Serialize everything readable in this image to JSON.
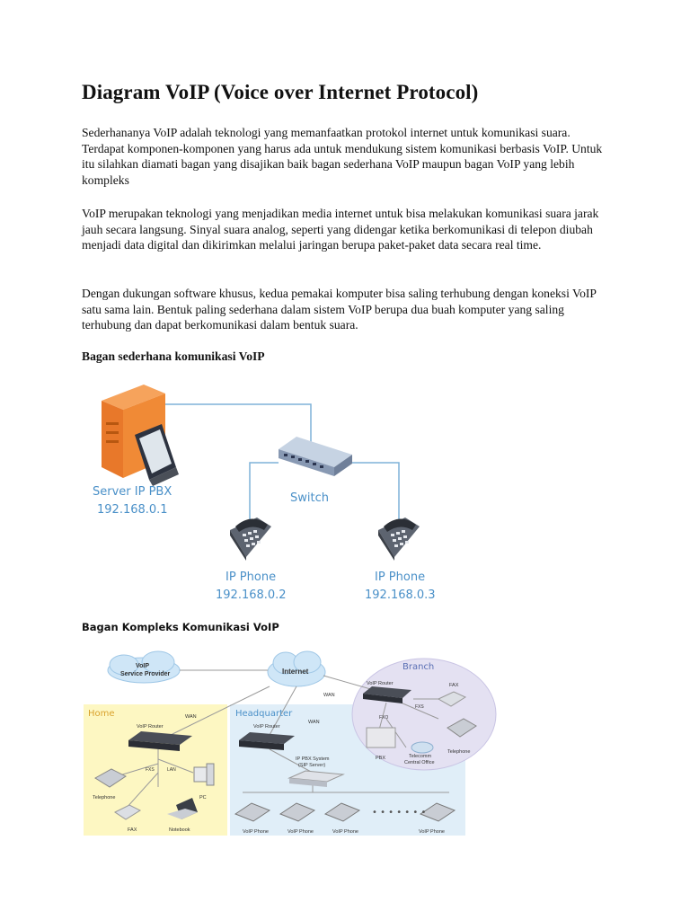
{
  "title": "Diagram VoIP (Voice over Internet Protocol)",
  "paragraphs": [
    "Sederhananya VoIP adalah teknologi yang memanfaatkan protokol internet untuk komunikasi suara. Terdapat komponen-komponen yang harus ada untuk mendukung sistem komunikasi berbasis VoIP. Untuk itu silahkan diamati bagan yang disajikan baik bagan sederhana VoIP maupun bagan VoIP yang lebih kompleks",
    "VoIP merupakan teknologi yang menjadikan media internet untuk bisa melakukan komunikasi suara jarak jauh secara langsung. Sinyal suara analog, seperti yang didengar ketika berkomunikasi di telepon diubah menjadi data digital dan dikirimkan melalui jaringan berupa paket-paket data secara real time.",
    "Dengan dukungan software khusus, kedua pemakai komputer bisa saling terhubung dengan koneksi VoIP satu sama lain. Bentuk paling sederhana dalam sistem VoIP berupa dua buah komputer yang saling terhubung dan dapat berkomunikasi dalam bentuk suara."
  ],
  "simple_diagram": {
    "heading": "Bagan sederhana komunikasi VoIP",
    "server": {
      "label": "Server IP PBX",
      "ip": "192.168.0.1"
    },
    "switch": {
      "label": "Switch"
    },
    "phone_a": {
      "label": "IP Phone",
      "ip": "192.168.0.2"
    },
    "phone_b": {
      "label": "IP Phone",
      "ip": "192.168.0.3"
    }
  },
  "complex_diagram": {
    "heading": "Bagan Kompleks Komunikasi VoIP",
    "provider": {
      "line1": "VoIP",
      "line2": "Service Provider"
    },
    "internet": "Internet",
    "branch": {
      "title": "Branch",
      "router": "VoIP Router",
      "fax": "FAX",
      "fxo": "FXO",
      "fxs": "FXS",
      "pbx": "PBX",
      "telephone": "Telephone",
      "central_line1": "Telecomm",
      "central_line2": "Central Office"
    },
    "home": {
      "title": "Home",
      "router": "VoIP Router",
      "wan": "WAN",
      "fxs": "FXS",
      "lan": "LAN",
      "telephone": "Telephone",
      "pc": "PC",
      "fax": "FAX",
      "notebook": "Notebook"
    },
    "hq": {
      "title": "Headquarter",
      "router": "VoIP Router",
      "wan": "WAN",
      "wan_branch": "WAN",
      "pbx_line1": "IP PBX System",
      "pbx_line2": "(SIP Server)",
      "phone": "VoIP Phone"
    }
  },
  "colors": {
    "label_blue": "#4a90c8",
    "home_bg": "#fdf7c2",
    "hq_bg": "#e0eef8",
    "branch_bg": "#e4e1f2",
    "cloud": "#cfe6f7"
  }
}
